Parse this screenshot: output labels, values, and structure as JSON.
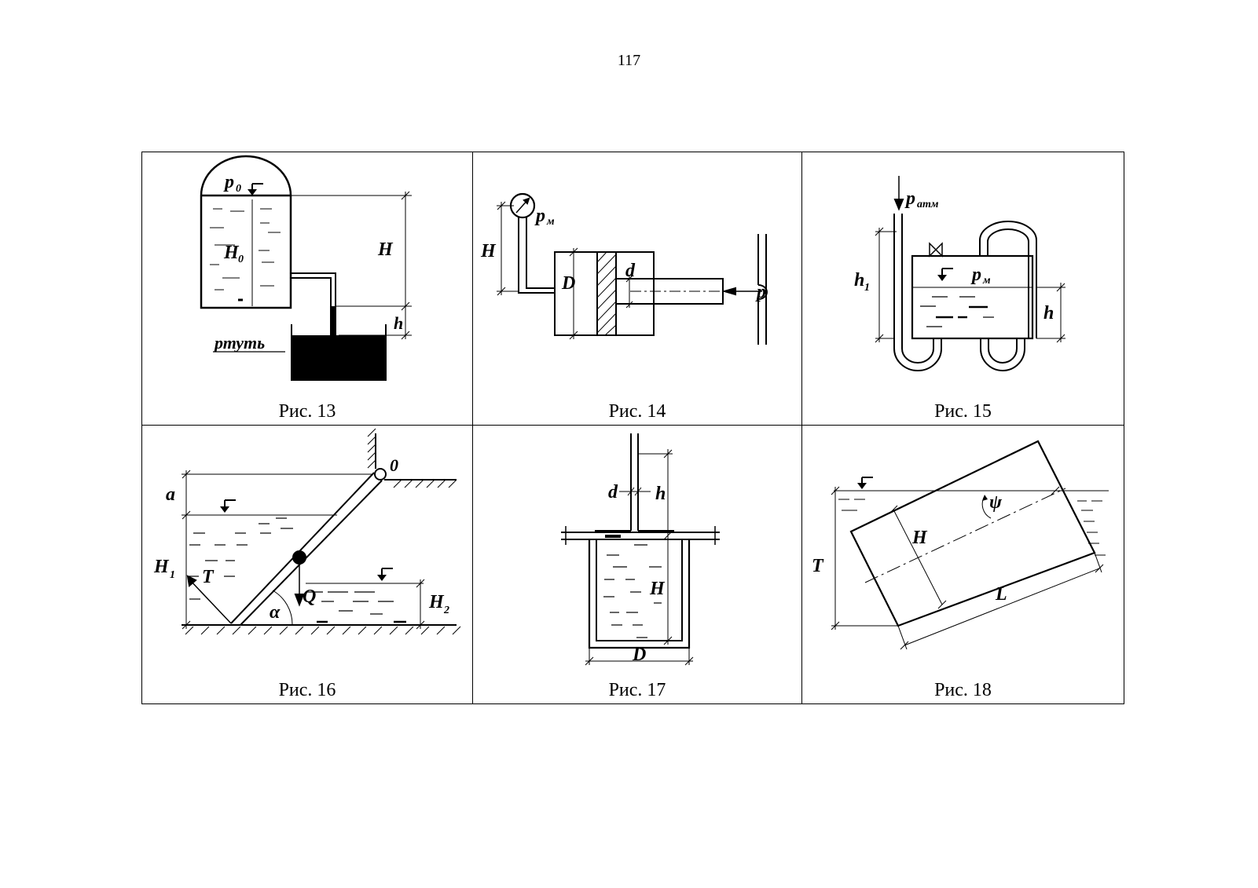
{
  "page": {
    "number": "117"
  },
  "figures": [
    {
      "caption": "Рис. 13",
      "labels": {
        "p": "p",
        "p_sub": "0",
        "H0": "H",
        "H0_sub": "0",
        "H": "H",
        "h": "h",
        "mercury": "ртуть"
      }
    },
    {
      "caption": "Рис. 14",
      "labels": {
        "pm": "p",
        "pm_sub": "м",
        "H": "H",
        "D": "D",
        "d": "d",
        "p": "p"
      }
    },
    {
      "caption": "Рис. 15",
      "labels": {
        "patm": "p",
        "patm_sub": "атм",
        "h1": "h",
        "h1_sub": "1",
        "pm": "p",
        "pm_sub": "м",
        "h": "h"
      }
    },
    {
      "caption": "Рис. 16",
      "labels": {
        "O": "0",
        "a": "a",
        "H1": "H",
        "H1_sub": "1",
        "T": "T",
        "Q": "Q",
        "alpha": "α",
        "H2": "H",
        "H2_sub": "2"
      }
    },
    {
      "caption": "Рис. 17",
      "labels": {
        "d": "d",
        "h": "h",
        "H": "H",
        "D": "D"
      }
    },
    {
      "caption": "Рис. 18",
      "labels": {
        "psi": "ψ",
        "H": "H",
        "T": "T",
        "L": "L"
      }
    }
  ]
}
